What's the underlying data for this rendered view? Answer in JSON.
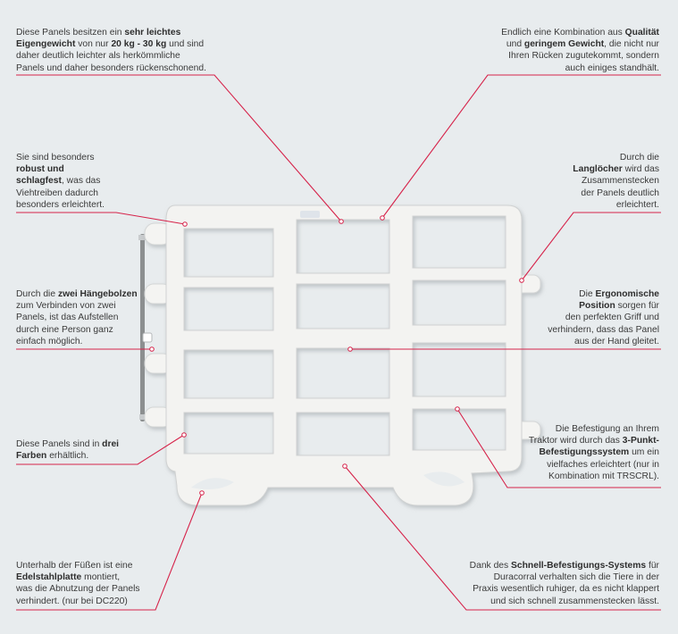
{
  "accent_color": "#d6234a",
  "product_image": "white plastic cattle panel with grid of bars, feet and hanging bolts",
  "notes": {
    "gewicht": {
      "t1": "Diese Panels besitzen ein ",
      "b1": "sehr leichtes",
      "b2": "Eigengewicht",
      "t2": " von nur ",
      "b3": "20 kg - 30 kg",
      "t3": " und sind",
      "l3": "daher deutlich leichter als herkömmliche",
      "l4": "Panels und daher besonders rückenschonend."
    },
    "qualitaet": {
      "t1": "Endlich eine Kombination aus ",
      "b1": "Qualität",
      "t2": "und ",
      "b2": "geringem Gewicht",
      "t3": ", die nicht nur",
      "l3": "Ihren Rücken zugutekommt, sondern",
      "l4": "auch einiges standhält."
    },
    "robust": {
      "l1": "Sie sind besonders",
      "b1": "robust und",
      "b2": "schlagfest",
      "t3": ", was das",
      "l4": "Viehtreiben dadurch",
      "l5": "besonders erleichtert."
    },
    "langloecher": {
      "l1": "Durch die",
      "b1": "Langlöcher",
      "t2": " wird das",
      "l3": "Zusammenstecken",
      "l4": "der Panels deutlich",
      "l5": "erleichtert."
    },
    "haengebolzen": {
      "t1": "Durch die ",
      "b1": "zwei Hängebolzen",
      "l2": "zum Verbinden von zwei",
      "l3": "Panels, ist das Aufstellen",
      "l4": "durch eine Person ganz",
      "l5": "einfach möglich."
    },
    "ergonomisch": {
      "t1": "Die ",
      "b1": "Ergonomische",
      "b2": "Position",
      "t2": " sorgen für",
      "l3": "den perfekten Griff und",
      "l4": "verhindern, dass das Panel",
      "l5": "aus der Hand gleitet."
    },
    "farben": {
      "t1": "Diese Panels sind in ",
      "b1": "drei",
      "b2": "Farben",
      "t2": " erhältlich."
    },
    "befestigung": {
      "l1": "Die Befestigung an Ihrem",
      "t2": "Traktor wird durch das ",
      "b1": "3-Punkt-",
      "b2": "Befestigungssystem",
      "t3": " um ein",
      "l4": "vielfaches erleichtert (nur in",
      "l5": "Kombination mit TRSCRL)."
    },
    "edelstahl": {
      "l1": "Unterhalb der Füßen ist eine",
      "b1": "Edelstahlplatte",
      "t2": " montiert,",
      "l3": "was die Abnutzung der Panels",
      "l4": "verhindert. (nur bei DC220)"
    },
    "schnell": {
      "t1": "Dank des ",
      "b1": "Schnell-Befestigungs-Systems",
      "t2": " für",
      "l2": "Duracorral verhalten sich die Tiere  in der",
      "l3": "Praxis wesentlich ruhiger, da es nicht klappert",
      "l4": "und sich schnell zusammenstecken lässt."
    }
  }
}
